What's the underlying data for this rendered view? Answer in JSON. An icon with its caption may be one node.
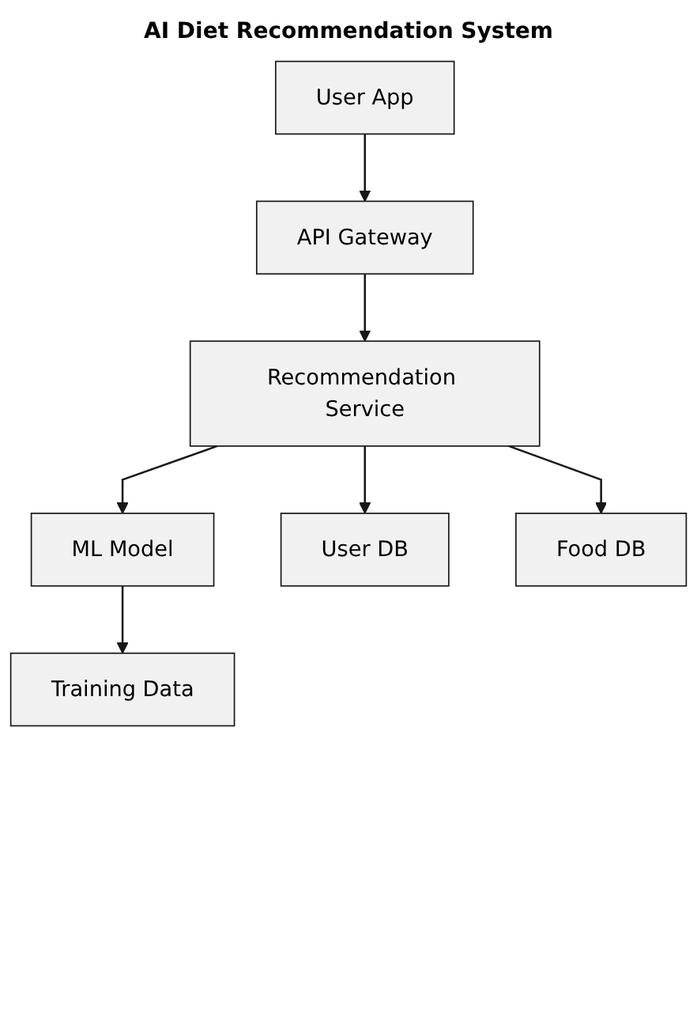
{
  "diagram": {
    "title": "AI Diet Recommendation System",
    "nodes": [
      {
        "text": [
          "User App"
        ]
      },
      {
        "text": [
          "API Gateway"
        ]
      },
      {
        "text": [
          "Recommendation Service"
        ]
      },
      {
        "text": [
          "ML Model"
        ]
      },
      {
        "text": [
          "User DB"
        ]
      },
      {
        "text": [
          "Food DB"
        ]
      },
      {
        "text": [
          "Training Data"
        ]
      }
    ],
    "edges": [
      {
        "from": 0,
        "to": 1,
        "arrow": "to"
      },
      {
        "from": 1,
        "to": 2,
        "arrow": "to"
      },
      {
        "from": 2,
        "to": 3,
        "arrow": "to"
      },
      {
        "from": 2,
        "to": 4,
        "arrow": "to"
      },
      {
        "from": 2,
        "to": 5,
        "arrow": "to"
      },
      {
        "from": 3,
        "to": 6,
        "arrow": "to"
      }
    ]
  }
}
